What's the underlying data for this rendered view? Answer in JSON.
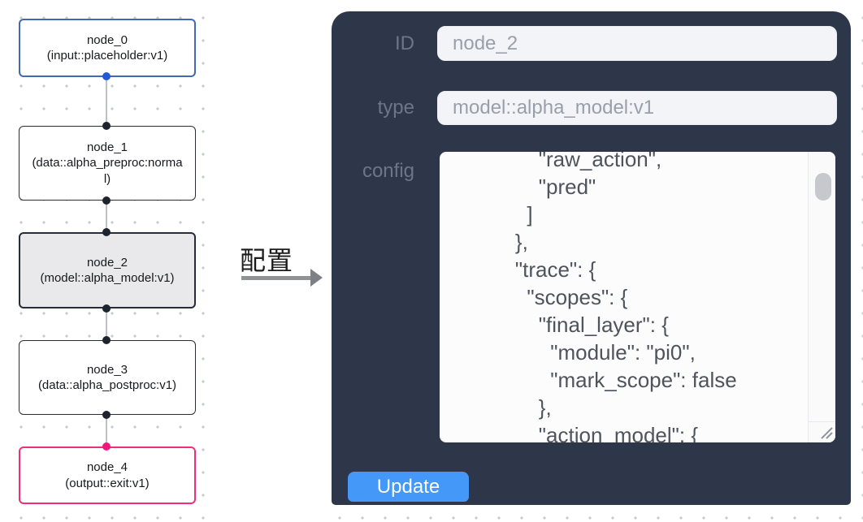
{
  "graph": {
    "nodes": [
      {
        "label": "node_0",
        "type": "(input::placeholder:v1)",
        "variant": "input"
      },
      {
        "label": "node_1",
        "type": "(data::alpha_preproc:normal)",
        "variant": "default"
      },
      {
        "label": "node_2",
        "type": "(model::alpha_model:v1)",
        "variant": "selected"
      },
      {
        "label": "node_3",
        "type": "(data::alpha_postproc:v1)",
        "variant": "default"
      },
      {
        "label": "node_4",
        "type": "(output::exit:v1)",
        "variant": "output"
      }
    ],
    "colors": {
      "input_node_border": "#4169b8",
      "default_node_border": "#2a2d35",
      "selected_node_border": "#272c3a",
      "selected_node_fill": "#e9e9ec",
      "output_node_border": "#ef3078",
      "input_port": "#2458d6",
      "output_port": "#f0187c",
      "default_port": "#1e2330",
      "edge": "#bdc1c7"
    }
  },
  "annotation": {
    "label": "配置"
  },
  "panel": {
    "bg_color": "#2e3749",
    "fields": {
      "id": {
        "label": "ID",
        "value": "node_2"
      },
      "type": {
        "label": "type",
        "value": "model::alpha_model:v1"
      }
    },
    "config": {
      "label": "config",
      "lines": [
        "        \"raw_action\",",
        "        \"pred\"",
        "      ]",
        "    },",
        "    \"trace\": {",
        "      \"scopes\": {",
        "        \"final_layer\": {",
        "          \"module\": \"pi0\",",
        "          \"mark_scope\": false",
        "        },",
        "        \"action_model\": {"
      ]
    },
    "update_button": {
      "label": "Update",
      "color": "#4498f8"
    }
  }
}
